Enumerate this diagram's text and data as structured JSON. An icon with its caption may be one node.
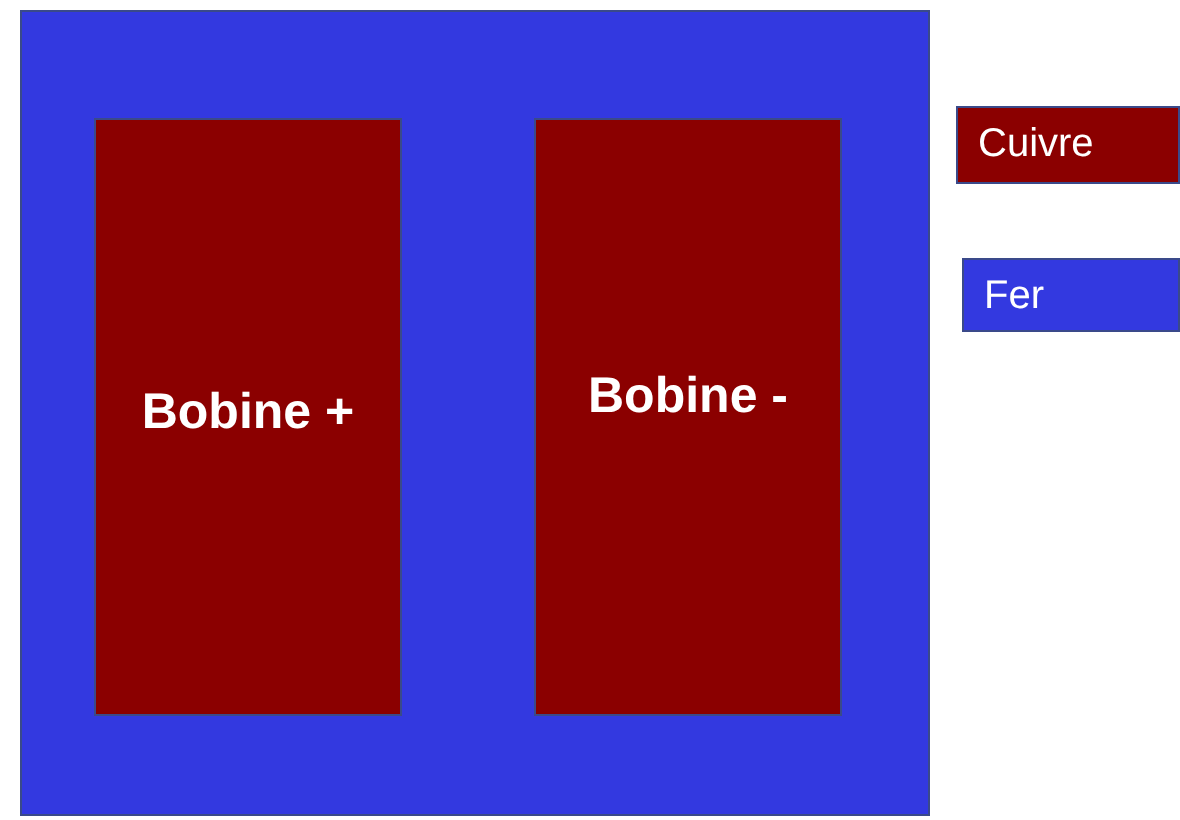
{
  "diagram": {
    "nodes": [
      {
        "text": [],
        "shape": "box"
      },
      {
        "text": [
          "Bobine +"
        ],
        "in": 0
      },
      {
        "text": [
          "Bobine -"
        ],
        "in": 0
      }
    ],
    "legend": [
      {
        "text": "Cuivre",
        "color": "#8b0000"
      },
      {
        "text": "Fer",
        "color": "#3339e0"
      }
    ]
  }
}
